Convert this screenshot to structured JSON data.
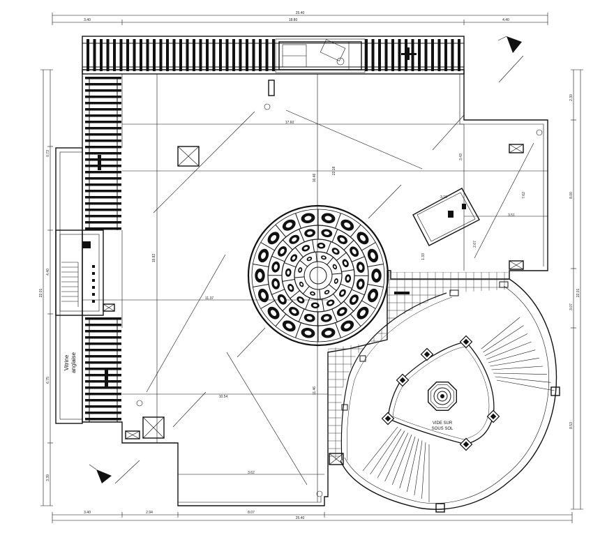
{
  "dimensions": {
    "top": {
      "overall": "25.40",
      "segments": [
        "3.40",
        "18.80",
        "4.40"
      ]
    },
    "bottom": {
      "overall": "25.40",
      "segments": [
        "3.40",
        "2.94",
        "8.07"
      ]
    },
    "left": {
      "overall": "22.01",
      "segments": [
        "0.73",
        "4.40",
        "6.75",
        "3.39"
      ],
      "inner": "19.82"
    },
    "right": {
      "overall": "22.01",
      "segments": [
        "2.30",
        "8.00",
        "3.07",
        "8.53"
      ]
    },
    "interior": {
      "d1760": "17.60",
      "d1646": "16.46",
      "d2218": "22.18",
      "d1137": "11.37",
      "d1054": "10.54",
      "d1146": "11.46",
      "d362": "3.62",
      "d343": "3.43",
      "d762": "7.62",
      "d351": "3.51",
      "d267": "2.67",
      "d133": "1.33",
      "d310": "3.10"
    }
  },
  "labels": {
    "void_upper": "VIDE SUR",
    "void_lower": "SOUS SOL",
    "vitrine_1": "Vitrine",
    "vitrine_2": "anglaise"
  }
}
